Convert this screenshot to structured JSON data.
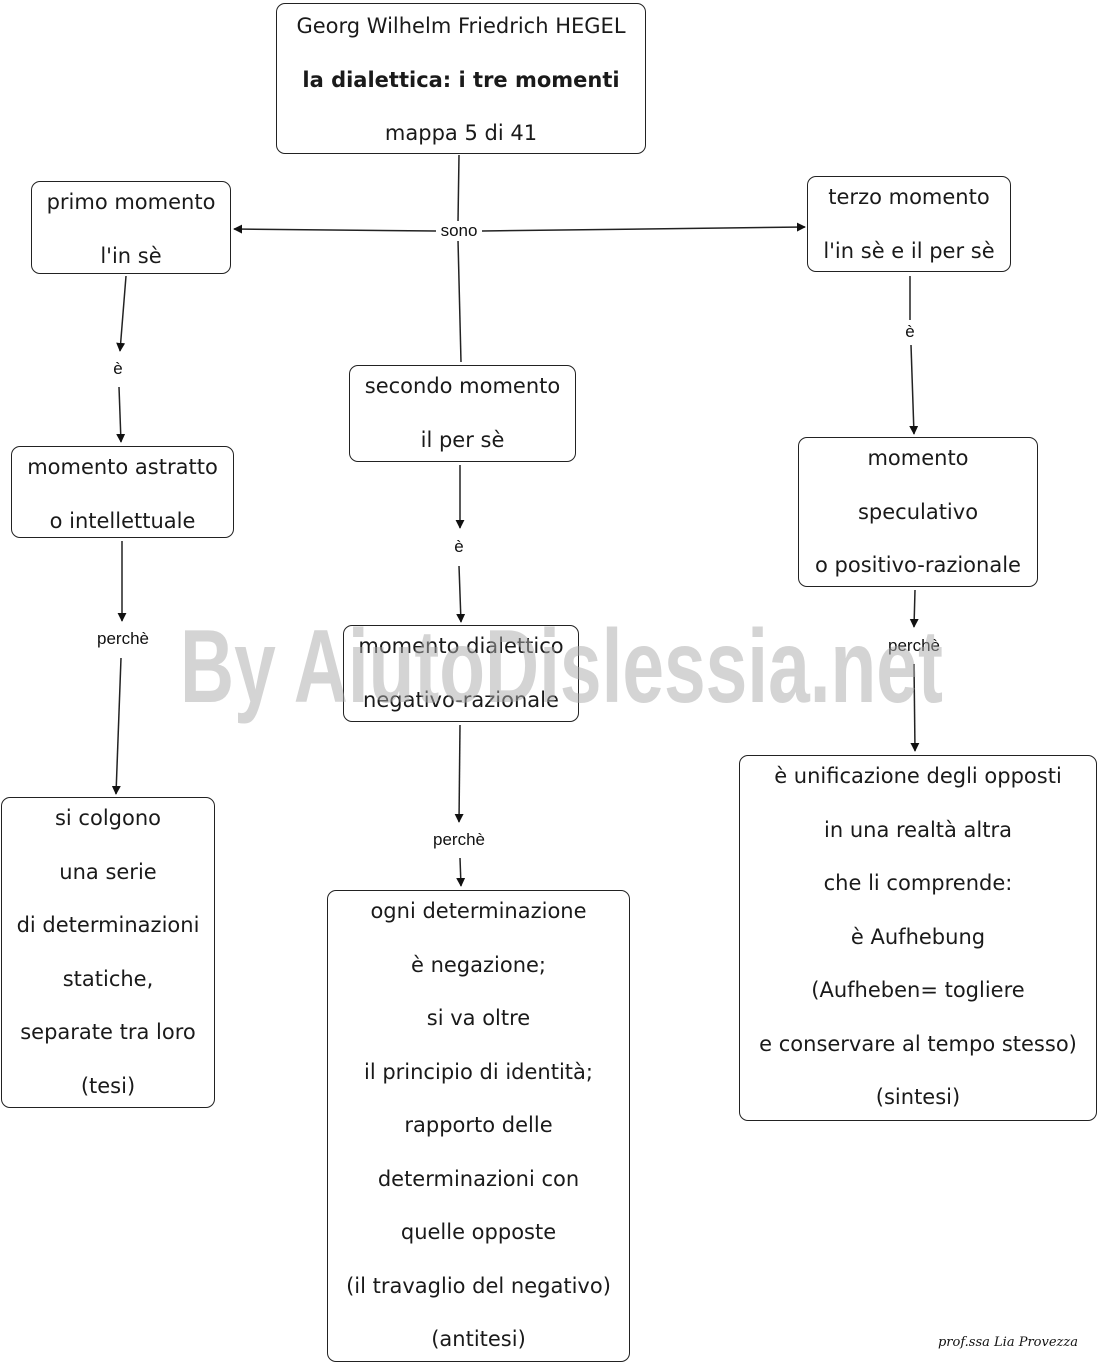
{
  "title_node": {
    "author": "Georg Wilhelm Friedrich HEGEL",
    "topic": "la dialettica: i tre momenti",
    "map_number": "mappa 5 di 41"
  },
  "nodes": {
    "primo": [
      "primo momento",
      "l'in sè"
    ],
    "secondo": [
      "secondo momento",
      "il per sè"
    ],
    "terzo": [
      "terzo momento",
      "l'in sè e il per sè"
    ],
    "astratto": [
      "momento astratto",
      "o intellettuale"
    ],
    "dialettico": [
      "momento dialettico",
      "negativo-razionale"
    ],
    "speculativo": [
      "momento",
      "speculativo",
      "o positivo-razionale"
    ],
    "tesi": [
      "si colgono",
      "una serie",
      "di determinazioni",
      "statiche,",
      "separate tra loro",
      "(tesi)"
    ],
    "antitesi": [
      "ogni determinazione",
      "è negazione;",
      "si va oltre",
      "il principio di identità;",
      "rapporto delle",
      "determinazioni con",
      "quelle opposte",
      "(il travaglio del negativo)",
      "(antitesi)"
    ],
    "sintesi": [
      "è unificazione degli opposti",
      "in una realtà altra",
      "che li comprende:",
      "è Aufhebung",
      "(Aufheben= togliere",
      "e conservare al tempo stesso)",
      "(sintesi)"
    ]
  },
  "link_labels": {
    "sono": "sono",
    "e_primo": "è",
    "e_secondo": "è",
    "e_terzo": "è",
    "perche_primo": "perchè",
    "perche_secondo": "perchè",
    "perche_terzo": "perchè"
  },
  "watermark": "By AiutoDislessia.net",
  "signature": "prof.ssa Lia Provezza"
}
